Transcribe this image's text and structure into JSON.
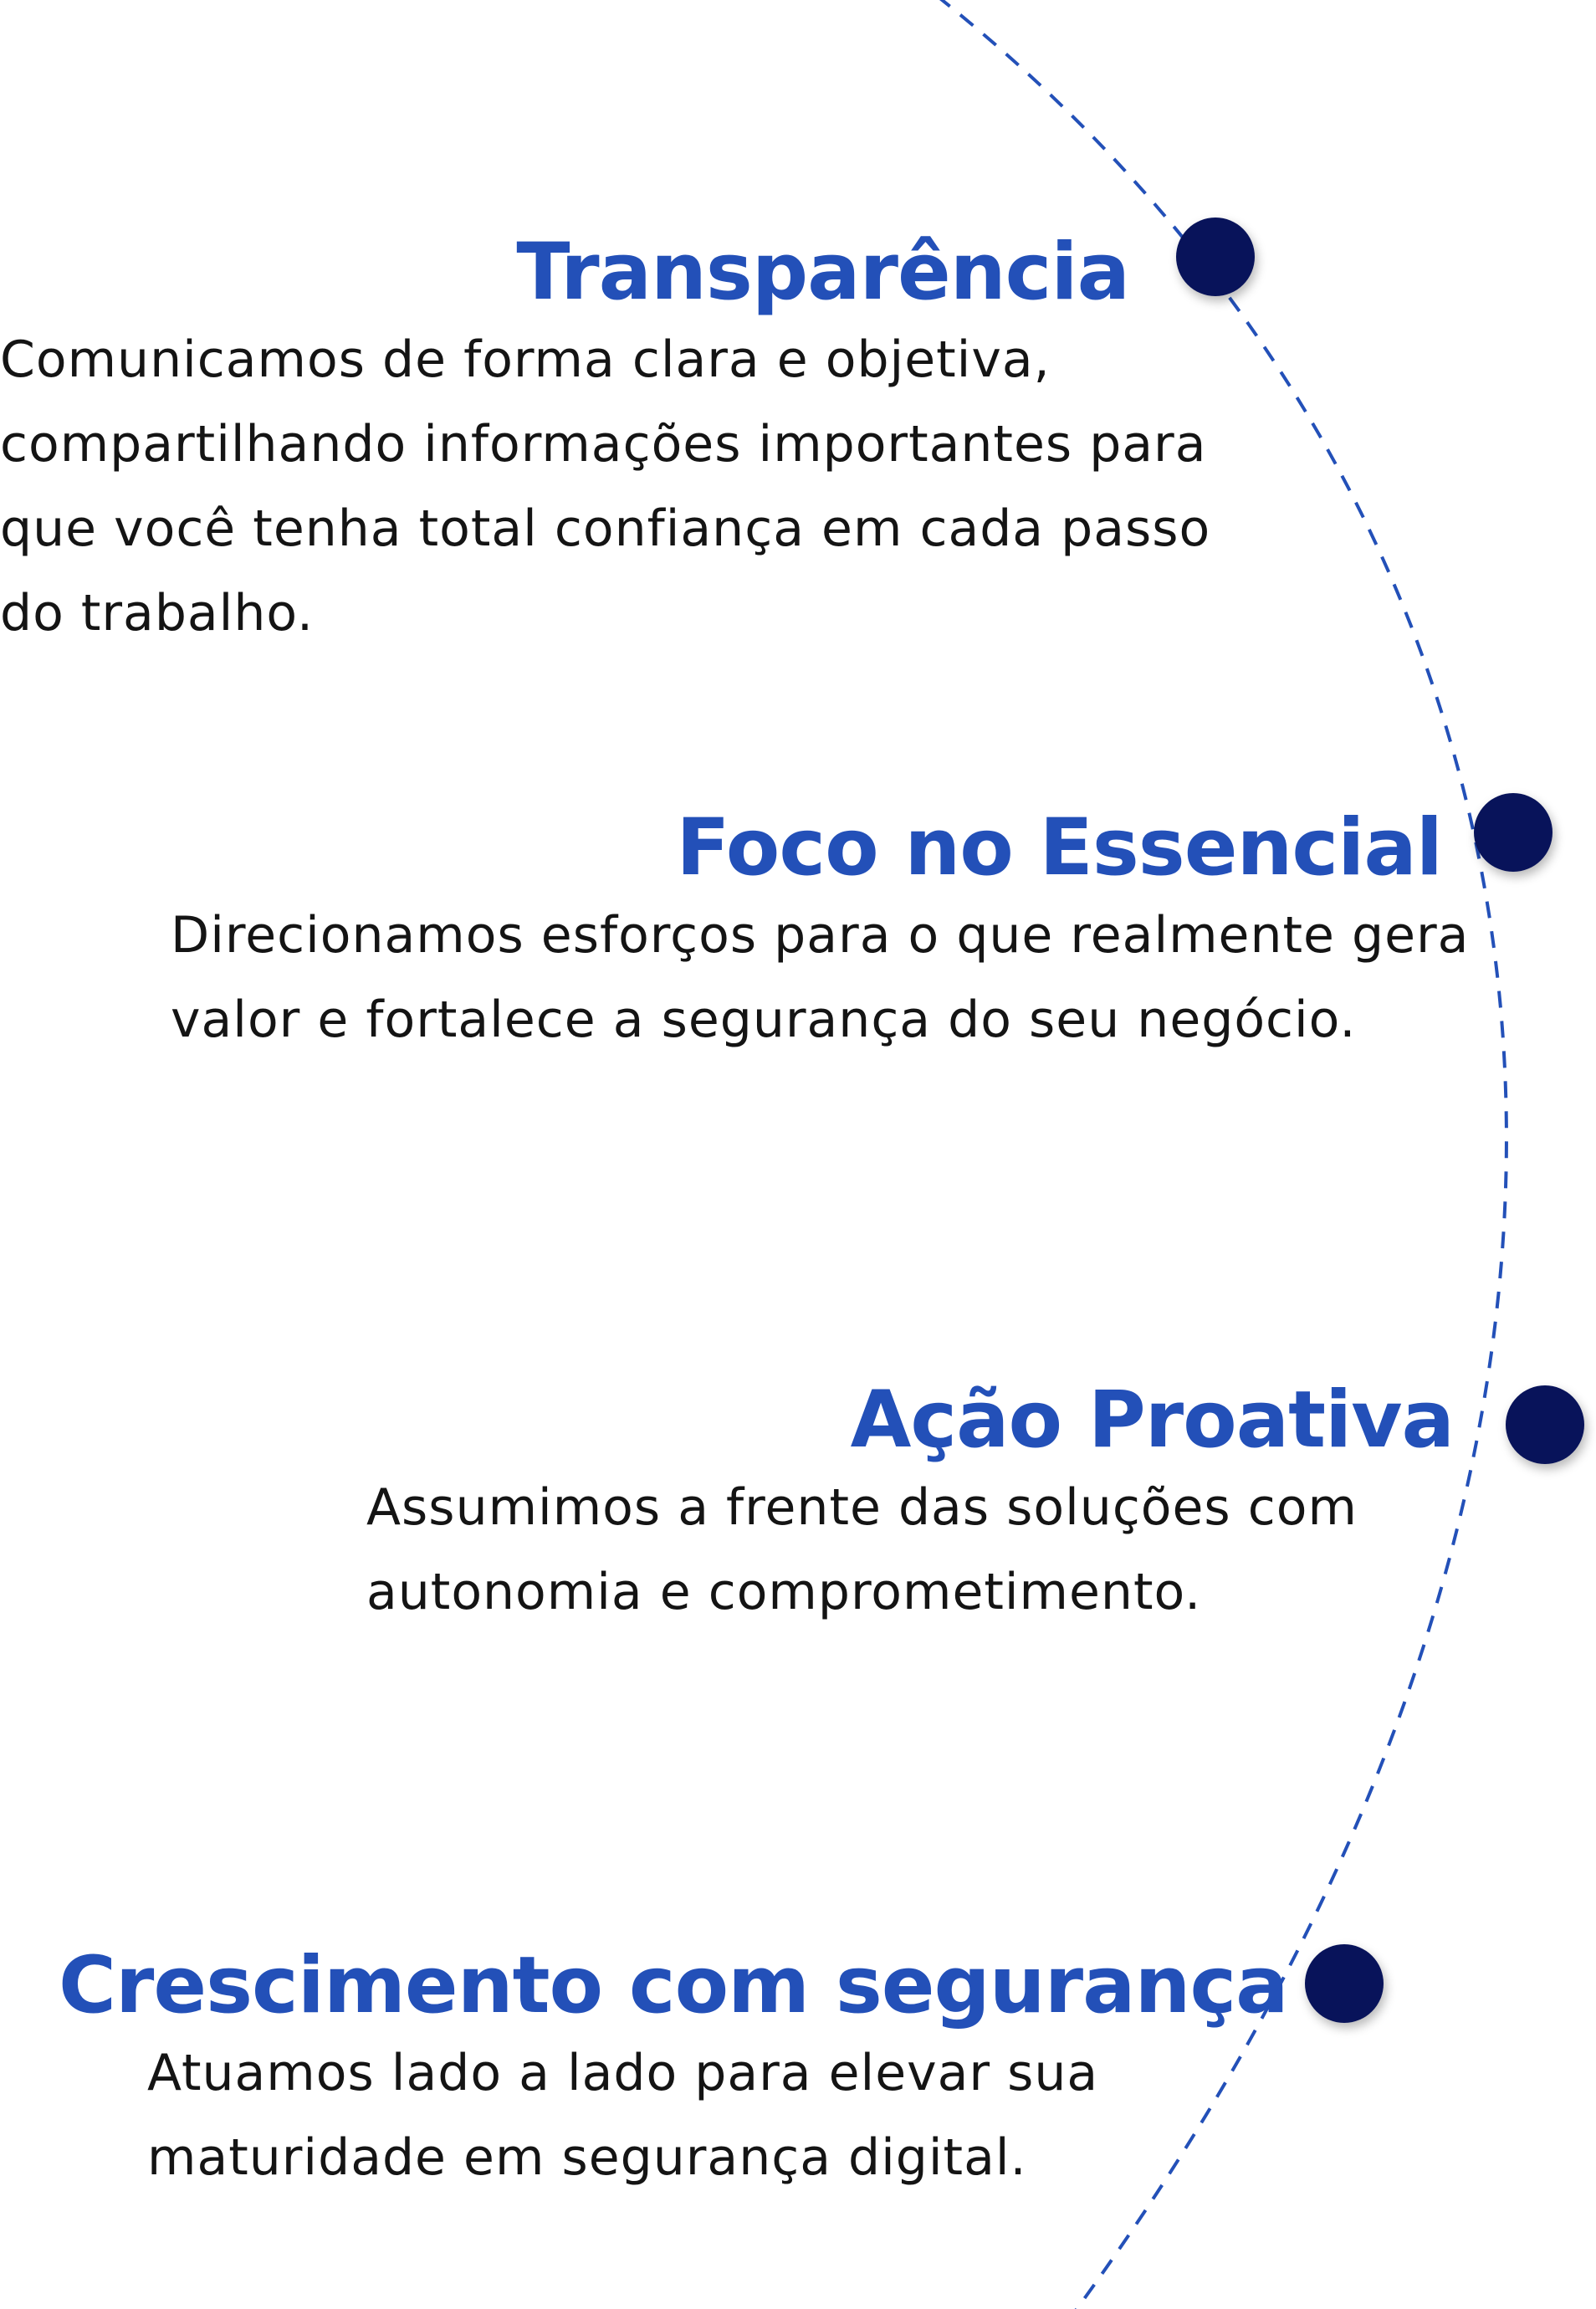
{
  "colors": {
    "title": "#2350b8",
    "text": "#141414",
    "dot": "#08135a",
    "dashed_line": "#2350b8",
    "background": "#ffffff"
  },
  "values": [
    {
      "title": "Transparência",
      "description": "Comunicamos de forma clara e objetiva, compartilhando informações importantes para que você tenha total confiança em cada passo do trabalho."
    },
    {
      "title": "Foco no Essencial",
      "description": "Direcionamos esforços para o que realmente gera valor e fortalece a segurança do seu negócio."
    },
    {
      "title": "Ação Proativa",
      "description": "Assumimos a frente das soluções com autonomia e comprometimento."
    },
    {
      "title": "Crescimento com segurança",
      "description": "Atuamos lado a lado para elevar sua maturidade em segurança digital."
    }
  ]
}
